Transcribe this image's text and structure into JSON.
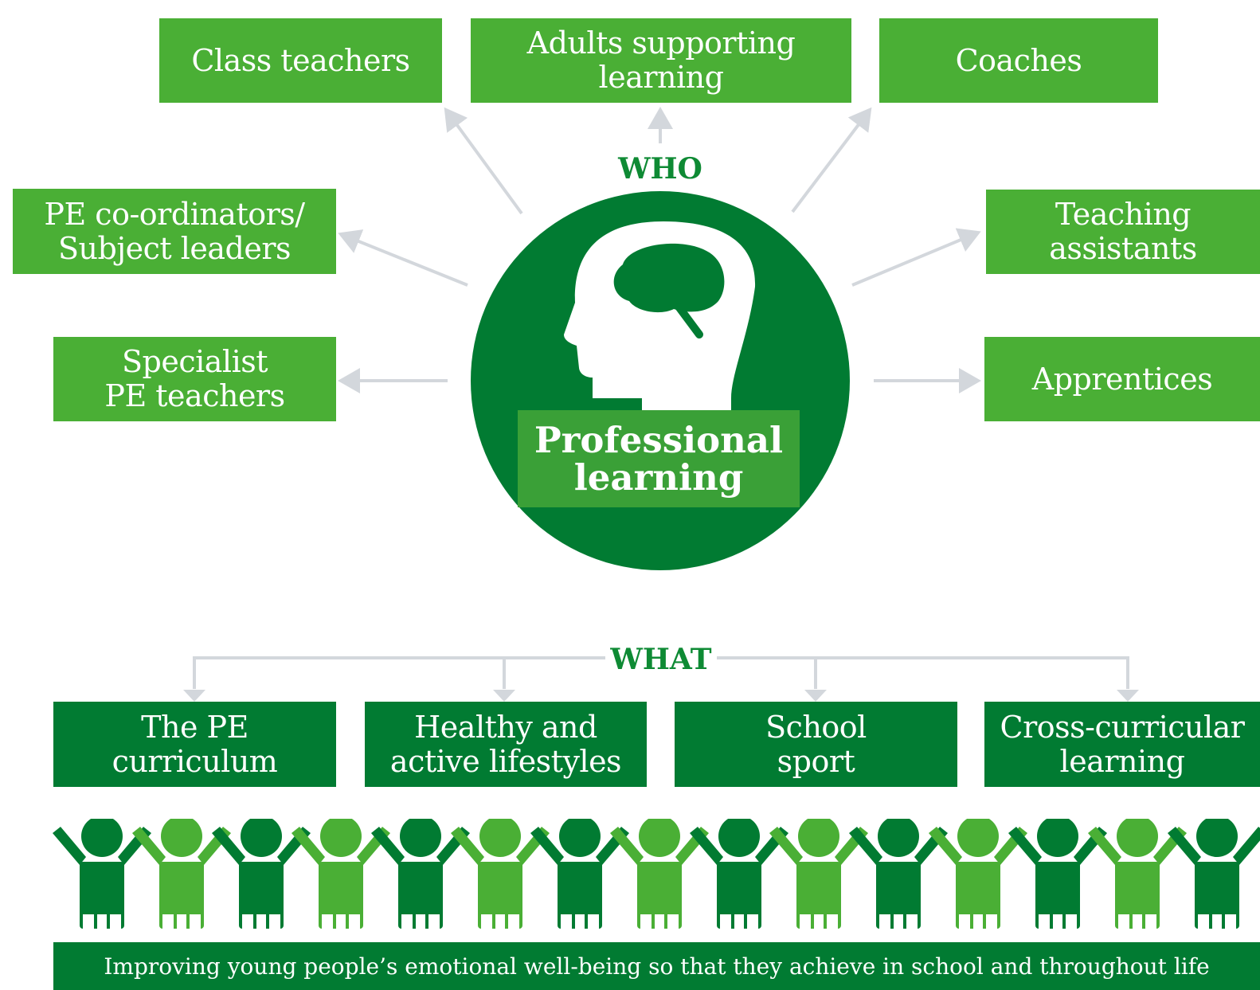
{
  "who_label": "WHO",
  "what_label": "WHAT",
  "center": {
    "line1": "Professional",
    "line2": "learning",
    "icon": "head-with-brain-icon"
  },
  "who": {
    "class_teachers": {
      "line1": "Class teachers"
    },
    "adults_supporting": {
      "line1": "Adults supporting",
      "line2": "learning"
    },
    "coaches": {
      "line1": "Coaches"
    },
    "pe_coordinators": {
      "line1": "PE co-ordinators/",
      "line2": "Subject leaders"
    },
    "teaching_assistants": {
      "line1": "Teaching",
      "line2": "assistants"
    },
    "specialist": {
      "line1": "Specialist",
      "line2": "PE teachers"
    },
    "apprentices": {
      "line1": "Apprentices"
    }
  },
  "what": {
    "pe_curriculum": {
      "line1": "The PE",
      "line2": "curriculum"
    },
    "healthy": {
      "line1": "Healthy and",
      "line2": "active lifestyles"
    },
    "school_sport": {
      "line1": "School",
      "line2": "sport"
    },
    "cross_curricular": {
      "line1": "Cross-curricular",
      "line2": "learning"
    }
  },
  "people_icon": "people-holding-hands-icon",
  "banner": "Improving young people’s emotional well-being so that they achieve in school and throughout life",
  "colors": {
    "light_green": "#4aaf35",
    "dark_green": "#017b32",
    "arrow_grey": "#d3d7dc"
  }
}
